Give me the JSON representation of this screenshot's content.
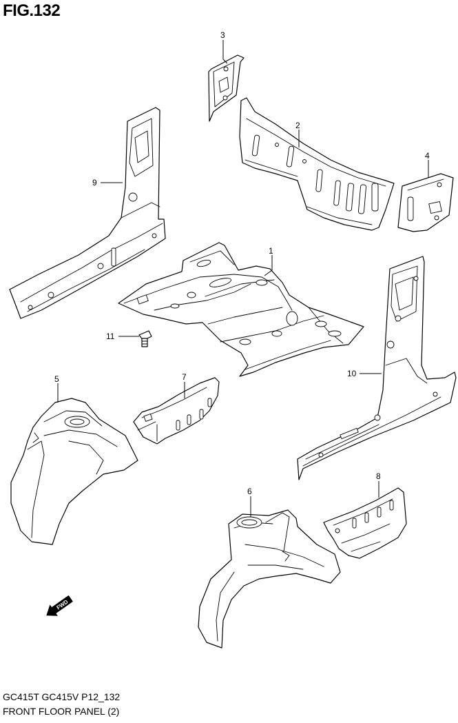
{
  "figure": {
    "title": "FIG.132",
    "model_codes": "GC415T GC415V P12_132",
    "caption": "FRONT FLOOR PANEL (2)"
  },
  "callouts": [
    {
      "id": "callout-1",
      "label": "1"
    },
    {
      "id": "callout-2",
      "label": "2"
    },
    {
      "id": "callout-3",
      "label": "3"
    },
    {
      "id": "callout-4",
      "label": "4"
    },
    {
      "id": "callout-5",
      "label": "5"
    },
    {
      "id": "callout-6",
      "label": "6"
    },
    {
      "id": "callout-7",
      "label": "7"
    },
    {
      "id": "callout-8",
      "label": "8"
    },
    {
      "id": "callout-9",
      "label": "9"
    },
    {
      "id": "callout-10",
      "label": "10"
    },
    {
      "id": "callout-11",
      "label": "11"
    }
  ],
  "direction_indicator": {
    "label": "FWD",
    "icon": "fwd-arrow-icon"
  }
}
